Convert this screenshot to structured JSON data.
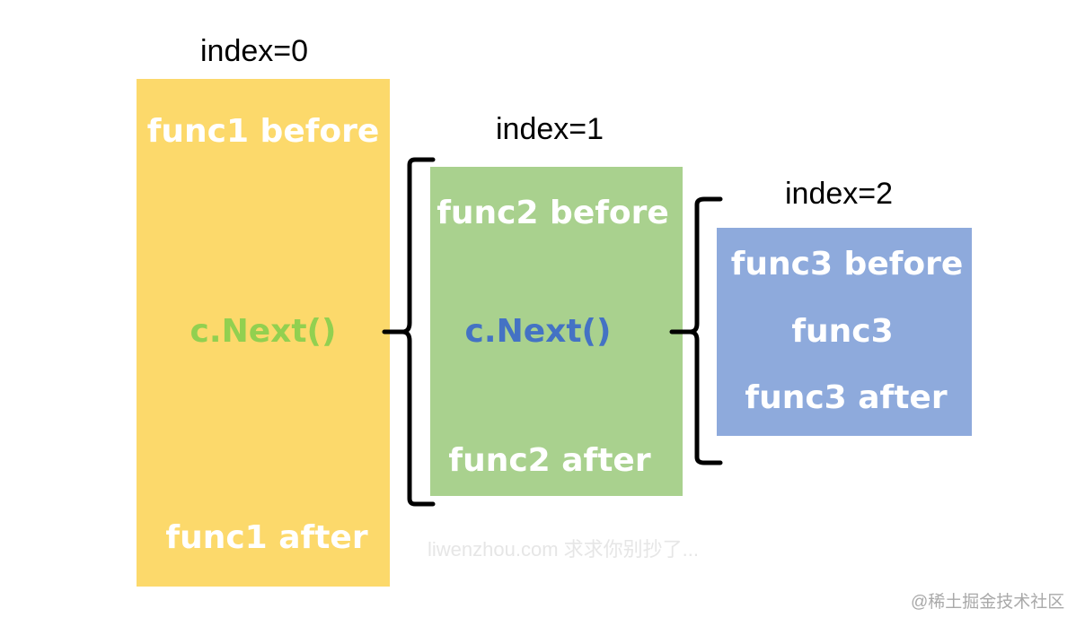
{
  "colors": {
    "box1": "#fcd96b",
    "box2": "#a9d18e",
    "box3": "#8eaadc",
    "next1": "#92d050",
    "next2": "#4472c4"
  },
  "frames": [
    {
      "index_label": "index=0",
      "before": "func1 before",
      "middle": "c.Next()",
      "after": "func1 after"
    },
    {
      "index_label": "index=1",
      "before": "func2 before",
      "middle": "c.Next()",
      "after": "func2 after"
    },
    {
      "index_label": "index=2",
      "before": "func3 before",
      "middle": "func3",
      "after": "func3 after"
    }
  ],
  "watermark": "liwenzhou.com  求求你别抄了...",
  "credit": "@稀土掘金技术社区"
}
